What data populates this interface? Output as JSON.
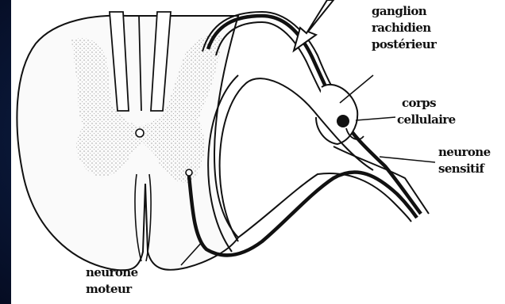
{
  "labels": {
    "ganglion": [
      "ganglion",
      "rachidien",
      "postérieur"
    ],
    "corps": [
      "corps",
      "cellulaire"
    ],
    "sensitif": [
      "neurone",
      "sensitif"
    ],
    "moteur": [
      "neurone",
      "moteur"
    ]
  },
  "colors": {
    "background": "#0a1a3a",
    "panel": "#ffffff",
    "ink": "#111111",
    "grey_matter_dots": "#7a7a7a",
    "white_matter": "#f2f2f2"
  }
}
